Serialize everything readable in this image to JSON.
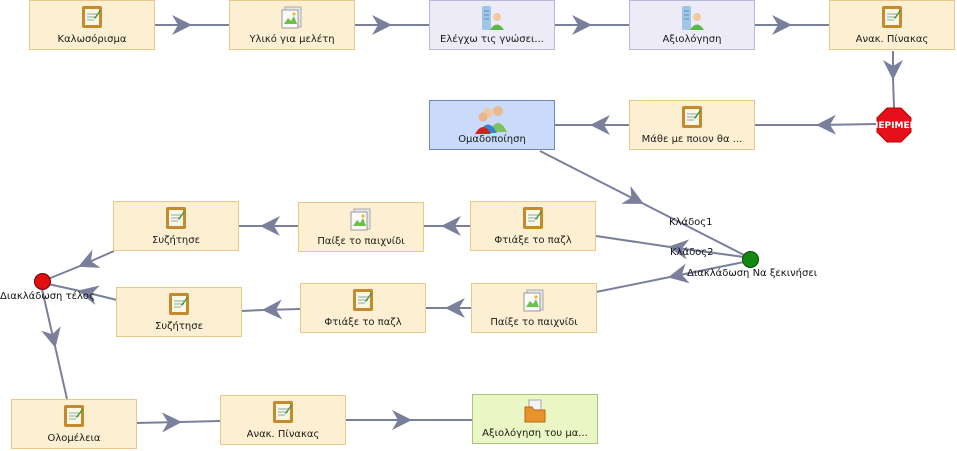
{
  "nodes": {
    "welcome": "Καλωσόρισμα",
    "study_material": "Υλικό για μελέτη",
    "knowledge_check": "Ελέγχω τις γνώσει...",
    "assessment": "Αξιολόγηση",
    "notice_board_1": "Ανακ. Πίνακας",
    "wait_stop": "ΠΕΡΙΜΕΝ",
    "learn_with_whom": "Μάθε με ποιον θα ...",
    "grouping": "Ομαδοποίηση",
    "build_puzzle_1": "Φτιάξε το παζλ",
    "play_game_1": "Παίξε το παιχνίδι",
    "discuss_1": "Συζήτησε",
    "play_game_2": "Παίξε το παιχνίδι",
    "build_puzzle_2": "Φτιάξε το παζλ",
    "discuss_2": "Συζήτησε",
    "plenary": "Ολομέλεια",
    "notice_board_2": "Ανακ. Πίνακας",
    "activity_evaluation": "Αξιολόγηση του μα..."
  },
  "branching": {
    "start": "Διακλάδωση Να ξεκινήσει",
    "end": "Διακλάδωση τέλος",
    "branch_1": "Κλάδος1",
    "branch_2": "Κλάδος2"
  },
  "colors": {
    "edge": "#7a7f9c",
    "start_branch": "#108a10",
    "end_branch": "#e11010",
    "stop": "#e4101c"
  }
}
